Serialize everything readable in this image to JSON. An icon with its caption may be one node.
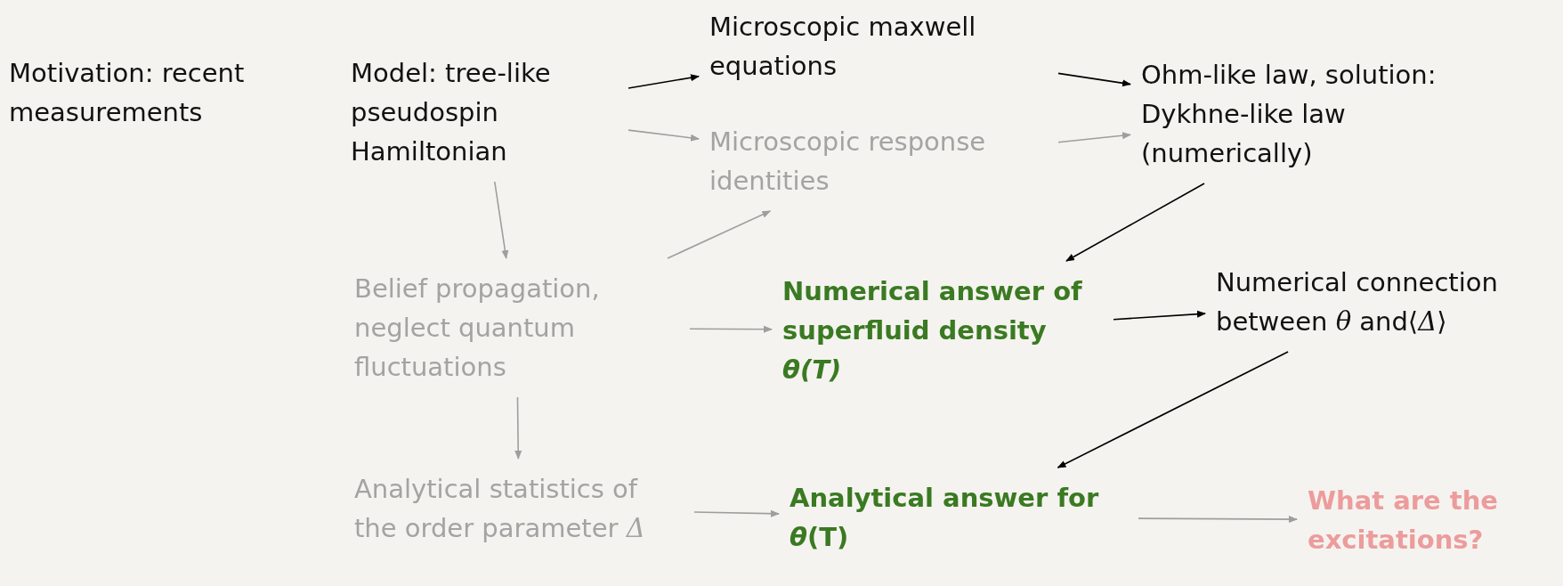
{
  "diagram": {
    "nodes": [
      {
        "text": [
          "Motivation: recent measurements"
        ]
      },
      {
        "text": [
          "Model: tree-like pseudospin Hamiltonian"
        ]
      },
      {
        "text": [
          "Microscopic maxwell equations"
        ]
      },
      {
        "text": [
          "Microscopic response identities"
        ]
      },
      {
        "text": [
          "Ohm-like law, solution: Dykhne-like law (numerically)"
        ]
      },
      {
        "text": [
          "Belief propagation, neglect quantum fluctuations"
        ]
      },
      {
        "text": [
          "Numerical answer of superfluid density *θ(T)*"
        ]
      },
      {
        "text": [
          "Numerical connection between *θ* and⟨*Δ*⟩"
        ]
      },
      {
        "text": [
          "Analytical statistics of the order parameter *Δ*"
        ]
      },
      {
        "text": [
          "Analytical answer for *θ*(T)"
        ]
      },
      {
        "text": [
          "What are the excitations?"
        ]
      }
    ],
    "edges": [
      {
        "from": 1,
        "to": 2,
        "arrow": "to",
        "color": "#000000"
      },
      {
        "from": 2,
        "to": 4,
        "arrow": "to",
        "color": "#000000"
      },
      {
        "from": 1,
        "to": 3,
        "arrow": "to"
      },
      {
        "from": 3,
        "to": 4,
        "arrow": "to"
      },
      {
        "from": 1,
        "to": 5,
        "arrow": "to"
      },
      {
        "from": 5,
        "to": 3,
        "arrow": "to"
      },
      {
        "from": 5,
        "to": 6,
        "arrow": "to"
      },
      {
        "from": 4,
        "to": 6,
        "arrow": "to",
        "color": "#000000"
      },
      {
        "from": 6,
        "to": 7,
        "arrow": "to",
        "color": "#000000"
      },
      {
        "from": 5,
        "to": 8,
        "arrow": "to"
      },
      {
        "from": 7,
        "to": 9,
        "arrow": "to",
        "color": "#000000"
      },
      {
        "from": 8,
        "to": 9,
        "arrow": "to"
      },
      {
        "from": 9,
        "to": 10,
        "arrow": "to"
      }
    ]
  }
}
